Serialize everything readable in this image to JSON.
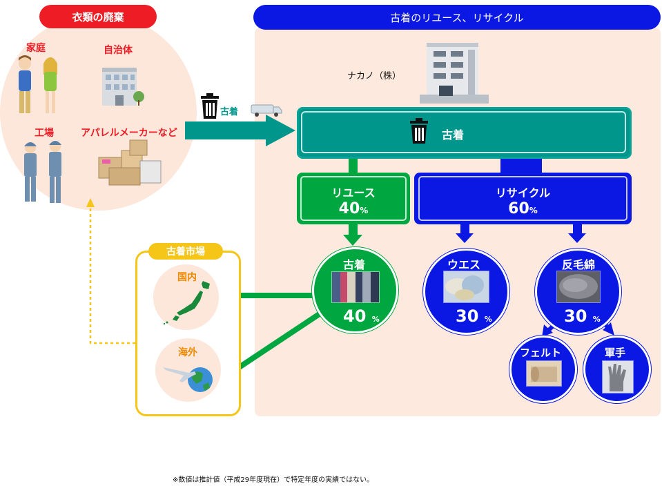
{
  "left_section": {
    "title": "衣類の廃棄",
    "sources": {
      "household": "家庭",
      "municipality": "自治体",
      "factory": "工場",
      "apparel": "アパレルメーカーなど"
    }
  },
  "transport": {
    "label": "古着"
  },
  "right_section": {
    "title": "古着のリユース、リサイクル",
    "company": "ナカノ（株）",
    "collection": {
      "label": "古着"
    },
    "reuse": {
      "title": "リユース",
      "value": "40",
      "unit": "%"
    },
    "recycle": {
      "title": "リサイクル",
      "value": "60",
      "unit": "%"
    },
    "outputs": {
      "used_clothing": {
        "title": "古着",
        "value": "40",
        "unit": "%"
      },
      "waste_cloth": {
        "title": "ウエス",
        "value": "30",
        "unit": "%"
      },
      "recycled_fiber": {
        "title": "反毛綿",
        "value": "30",
        "unit": "%"
      },
      "felt": {
        "title": "フェルト"
      },
      "work_gloves": {
        "title": "軍手"
      }
    }
  },
  "market": {
    "title": "古着市場",
    "domestic": "国内",
    "overseas": "海外"
  },
  "footnote": "※数値は推計値（平成29年度現在）で特定年度の実績ではない。",
  "colors": {
    "red": "#ee1c24",
    "blue": "#0b18e3",
    "teal": "#00968c",
    "green": "#00a63f",
    "yellow": "#f5c518",
    "peach": "#fde6da"
  }
}
